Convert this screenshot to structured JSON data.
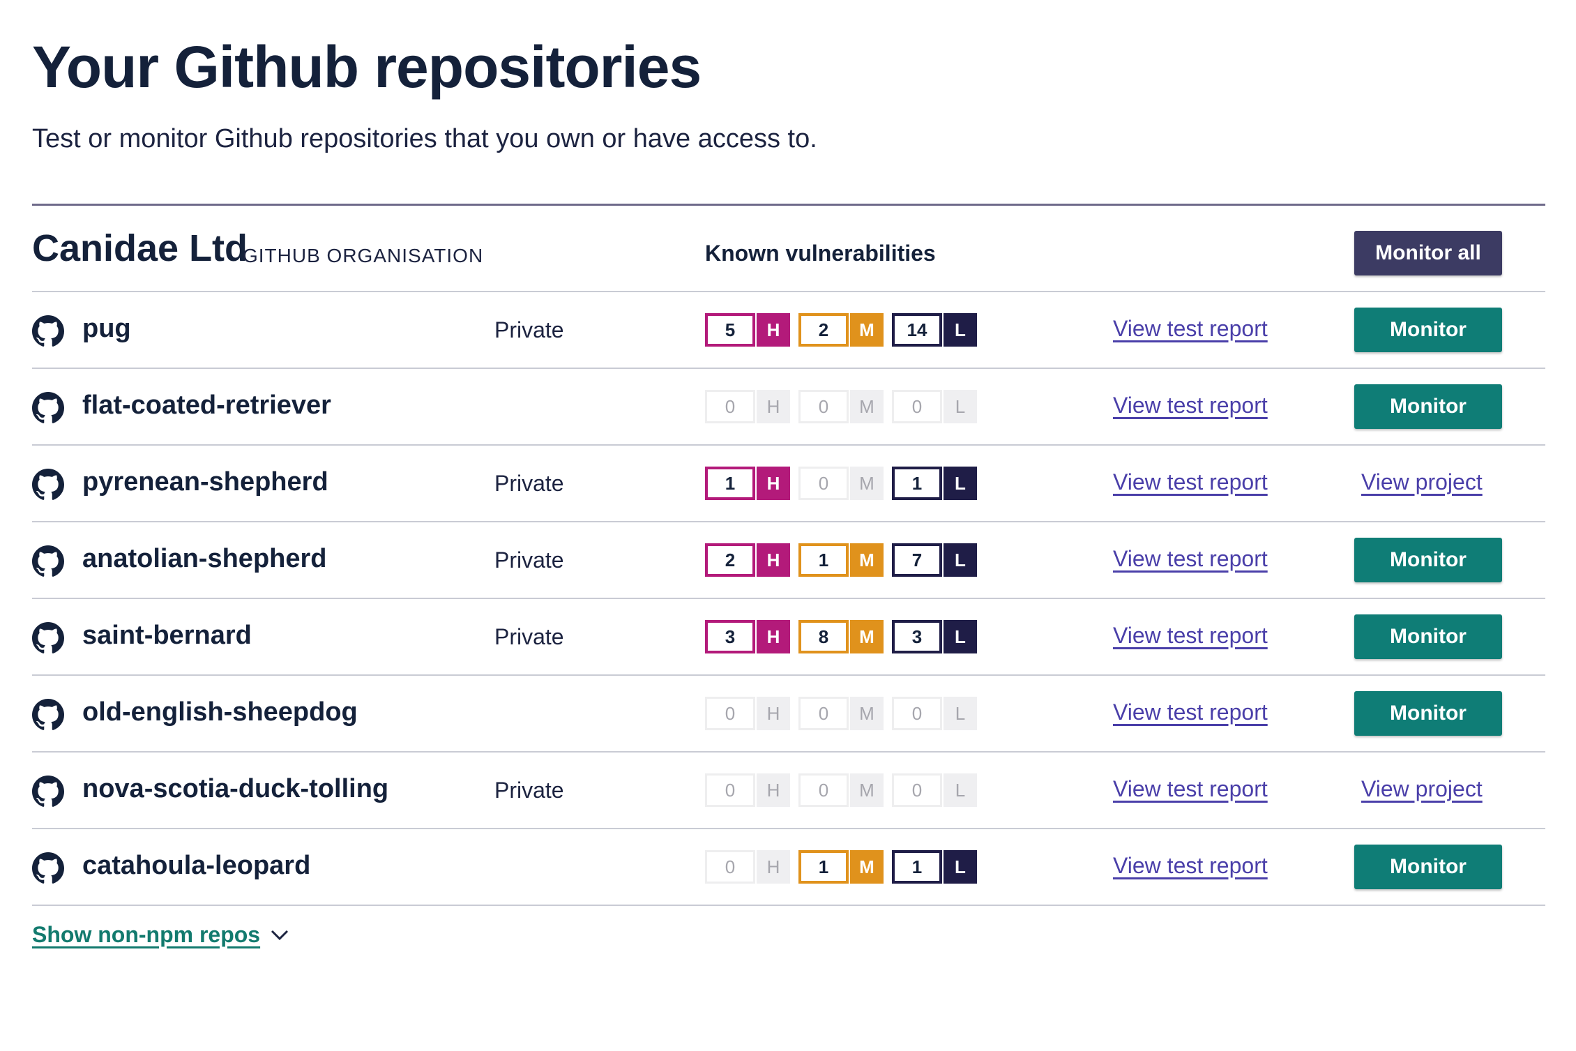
{
  "page": {
    "title": "Your Github repositories",
    "subtitle": "Test or monitor Github repositories that you own or have access to."
  },
  "org": {
    "name": "Canidae Ltd",
    "type": "GITHUB ORGANISATION",
    "vuln_header": "Known vulnerabilities",
    "monitor_all_label": "Monitor all"
  },
  "severity_letters": {
    "high": "H",
    "medium": "M",
    "low": "L"
  },
  "colors": {
    "high": "#b31a7a",
    "medium": "#e0921c",
    "low": "#1f1d47",
    "monitor": "#0f7d76",
    "monitor_all": "#3c3b63",
    "link": "#4a3fa9"
  },
  "icon": "github-icon",
  "repos": [
    {
      "name": "pug",
      "privacy": "Private",
      "high": 5,
      "medium": 2,
      "low": 14,
      "report_label": "View test report",
      "action": "monitor",
      "action_label": "Monitor"
    },
    {
      "name": "flat-coated-retriever",
      "privacy": "",
      "high": 0,
      "medium": 0,
      "low": 0,
      "report_label": "View test report",
      "action": "monitor",
      "action_label": "Monitor"
    },
    {
      "name": "pyrenean-shepherd",
      "privacy": "Private",
      "high": 1,
      "medium": 0,
      "low": 1,
      "report_label": "View test report",
      "action": "project",
      "action_label": "View project"
    },
    {
      "name": "anatolian-shepherd",
      "privacy": "Private",
      "high": 2,
      "medium": 1,
      "low": 7,
      "report_label": "View test report",
      "action": "monitor",
      "action_label": "Monitor"
    },
    {
      "name": "saint-bernard",
      "privacy": "Private",
      "high": 3,
      "medium": 8,
      "low": 3,
      "report_label": "View test report",
      "action": "monitor",
      "action_label": "Monitor"
    },
    {
      "name": "old-english-sheepdog",
      "privacy": "",
      "high": 0,
      "medium": 0,
      "low": 0,
      "report_label": "View test report",
      "action": "monitor",
      "action_label": "Monitor"
    },
    {
      "name": "nova-scotia-duck-tolling",
      "privacy": "Private",
      "high": 0,
      "medium": 0,
      "low": 0,
      "report_label": "View test report",
      "action": "project",
      "action_label": "View project"
    },
    {
      "name": "catahoula-leopard",
      "privacy": "",
      "high": 0,
      "medium": 1,
      "low": 1,
      "report_label": "View test report",
      "action": "monitor",
      "action_label": "Monitor"
    }
  ],
  "show_more_label": "Show non-npm repos"
}
